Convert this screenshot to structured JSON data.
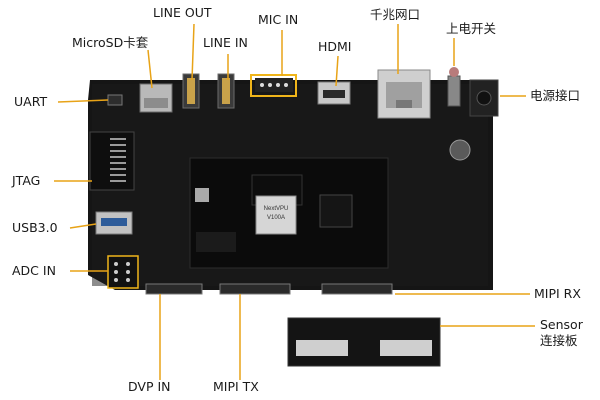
{
  "labels": {
    "microsd": "MicroSD卡套",
    "line_out": "LINE OUT",
    "line_in": "LINE IN",
    "mic_in": "MIC IN",
    "hdmi": "HDMI",
    "gigabit_ethernet": "千兆网口",
    "power_switch": "上电开关",
    "power_jack": "电源接口",
    "uart": "UART",
    "jtag": "JTAG",
    "usb3": "USB3.0",
    "adc_in": "ADC IN",
    "mipi_rx": "MIPI RX",
    "sensor_line1": "Sensor",
    "sensor_line2": "连接板",
    "dvp_in": "DVP IN",
    "mipi_tx": "MIPI TX"
  },
  "chip_marking": {
    "brand": "NextVPU",
    "model": "V100A"
  },
  "colors": {
    "pcb": "#141414",
    "leader_line": "#e8a317",
    "highlight_box": "#f0b51a",
    "background": "#ffffff"
  }
}
